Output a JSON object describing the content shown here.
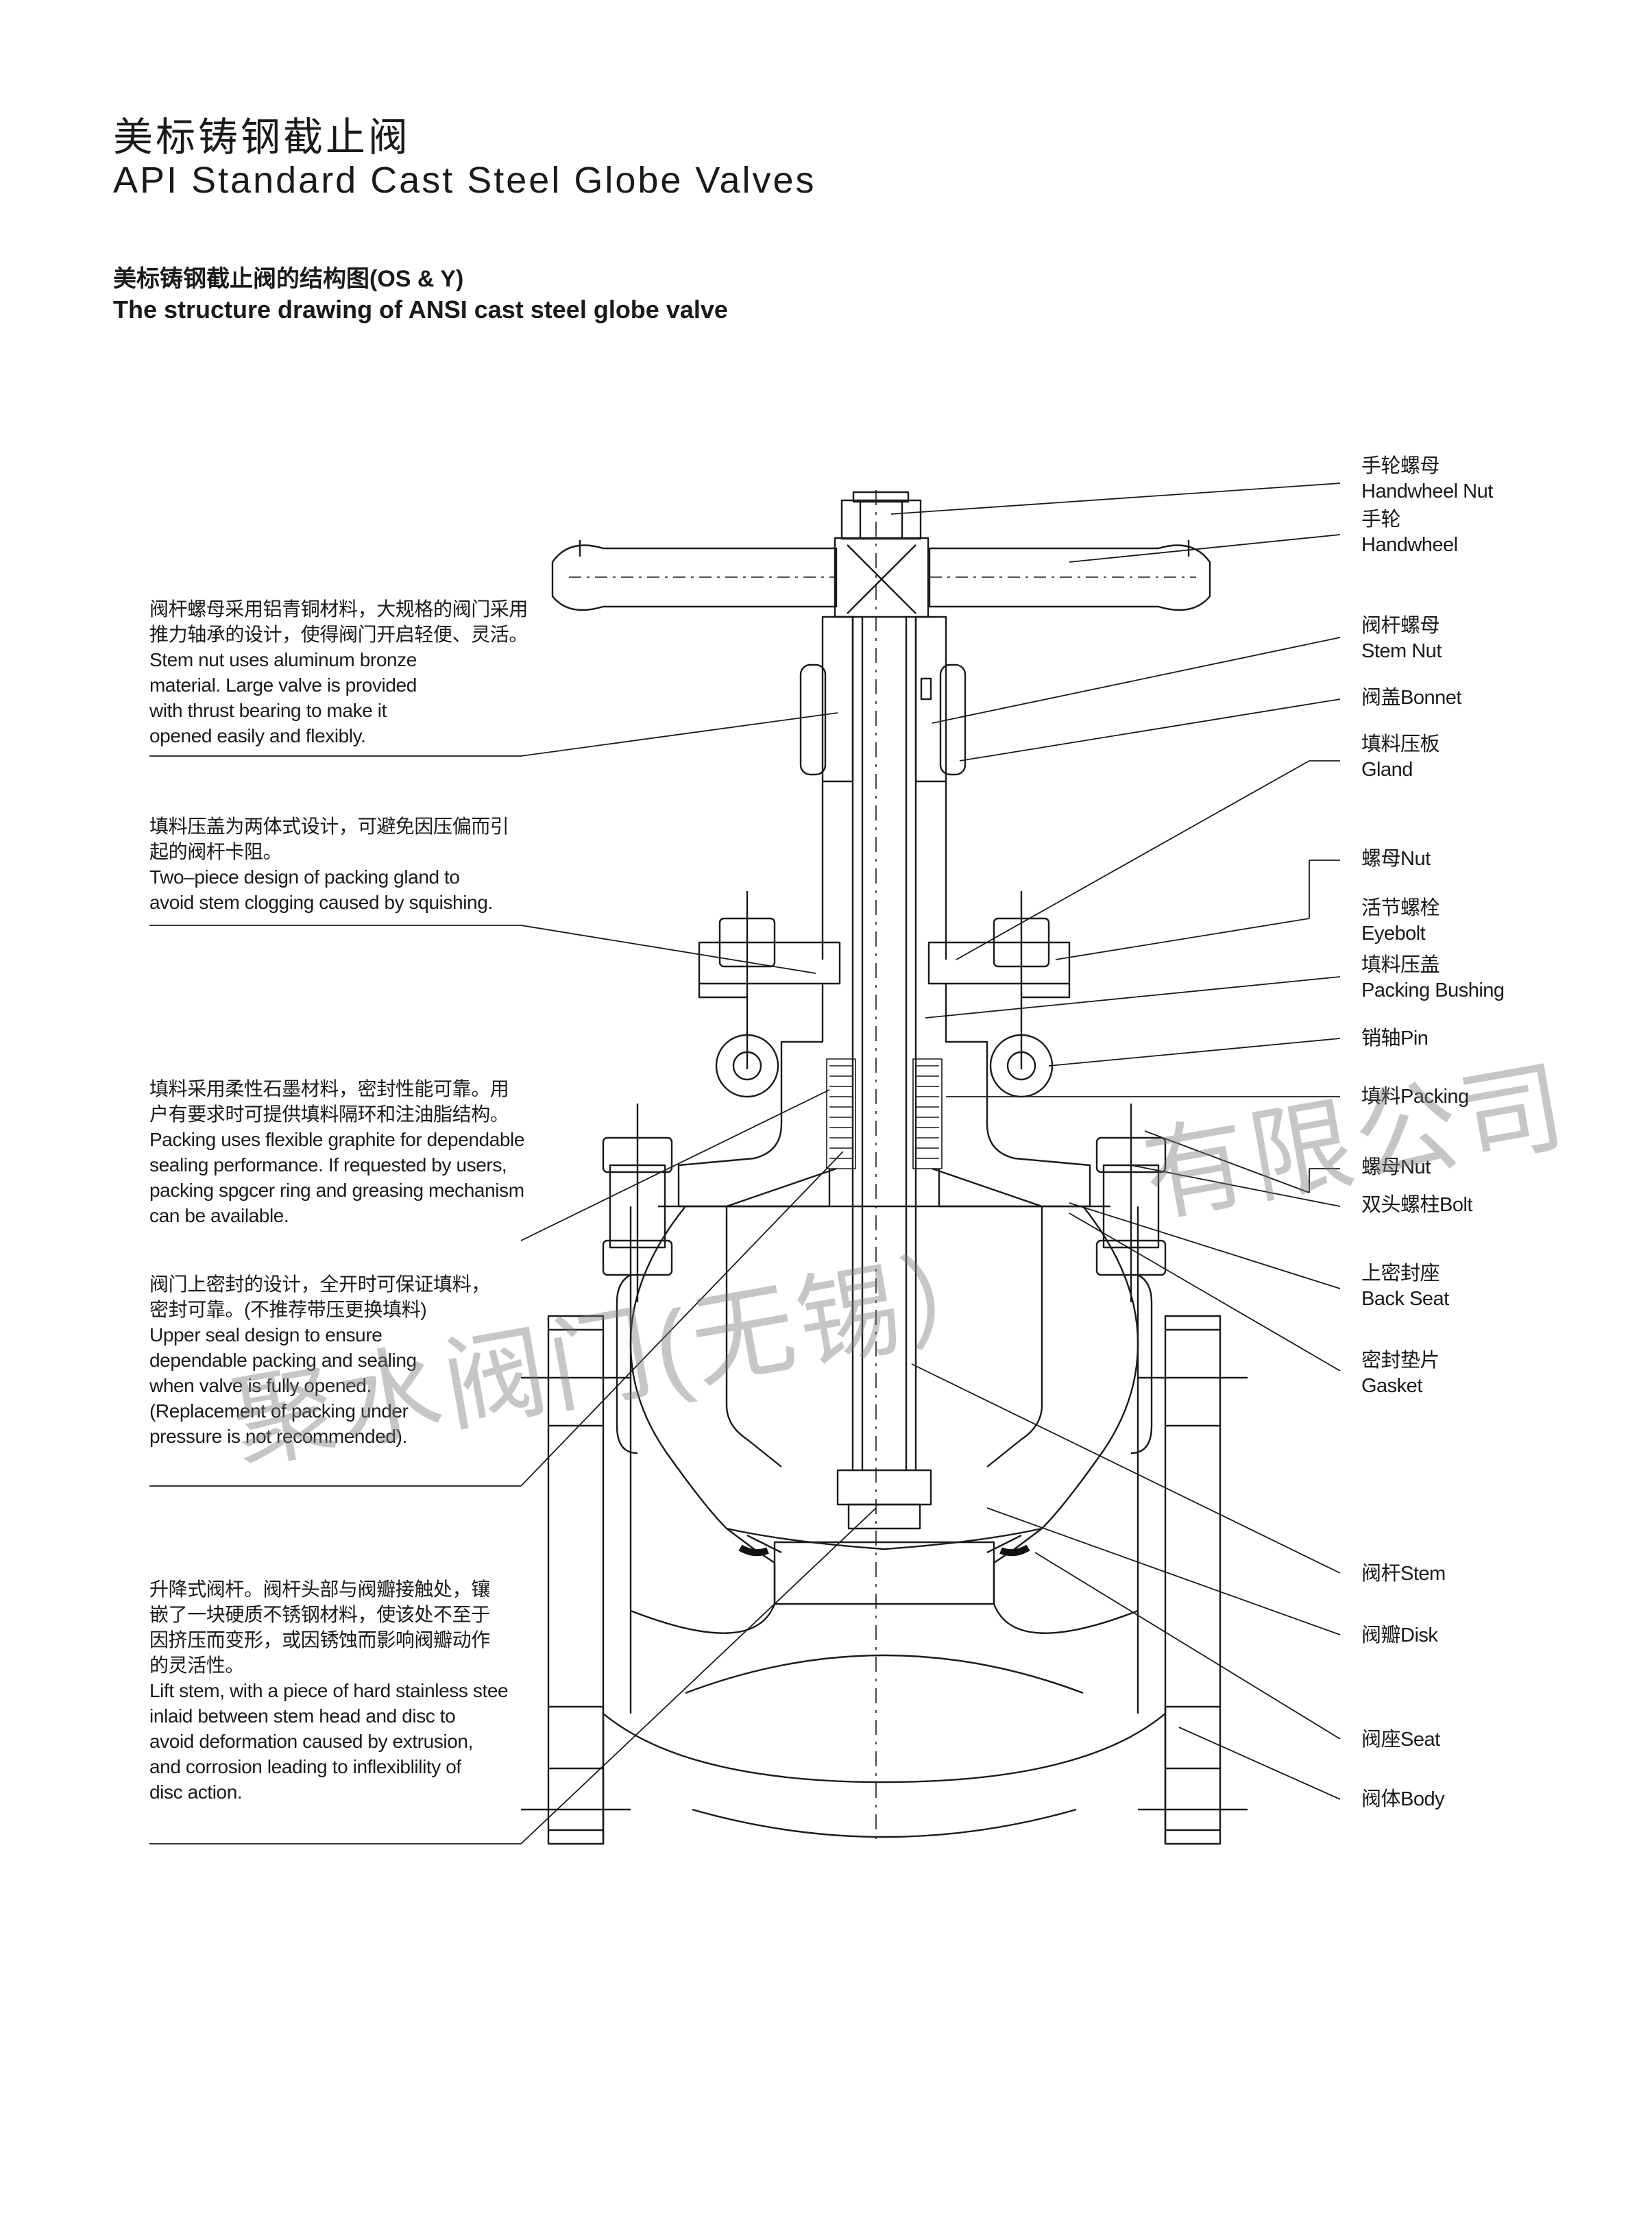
{
  "header": {
    "title_cn": "美标铸钢截止阀",
    "title_en": "API Standard Cast Steel Globe Valves"
  },
  "subheader": {
    "title_cn": "美标铸钢截止阀的结构图(OS & Y)",
    "title_en": "The structure drawing of ANSI cast steel globe valve"
  },
  "notes": [
    {
      "lines": [
        "阀杆螺母采用铝青铜材料，大规格的阀门采用",
        "推力轴承的设计，使得阀门开启轻便、灵活。",
        "Stem nut uses aluminum bronze",
        "material. Large valve is provided",
        "with thrust bearing to make it",
        "opened easily and flexibly."
      ]
    },
    {
      "lines": [
        "填料压盖为两体式设计，可避免因压偏而引",
        "起的阀杆卡阻。",
        "Two–piece design of packing gland to",
        "avoid stem clogging caused by squishing."
      ]
    },
    {
      "lines": [
        "填料采用柔性石墨材料，密封性能可靠。用",
        "户有要求时可提供填料隔环和注油脂结构。",
        "Packing uses flexible graphite for dependable",
        "sealing performance. If requested by users,",
        "packing spgcer ring and greasing mechanism",
        "can be available."
      ]
    },
    {
      "lines": [
        "阀门上密封的设计，全开时可保证填料，",
        "密封可靠。(不推荐带压更换填料)",
        "Upper seal design to ensure",
        "dependable packing and sealing",
        "when valve is fully opened.",
        "(Replacement of packing under",
        "pressure is not recommended)."
      ]
    },
    {
      "lines": [
        "升降式阀杆。阀杆头部与阀瓣接触处，镶",
        "嵌了一块硬质不锈钢材料，使该处不至于",
        "因挤压而变形，或因锈蚀而影响阀瓣动作",
        "的灵活性。",
        "Lift stem, with a piece of hard stainless stee",
        "inlaid between stem head and disc to",
        "avoid deformation caused by extrusion,",
        "and corrosion leading to inflexiblility of",
        "disc action."
      ]
    }
  ],
  "parts": [
    {
      "cn": "手轮螺母",
      "en": "Handwheel Nut"
    },
    {
      "cn": "手轮",
      "en": "Handwheel"
    },
    {
      "cn": "阀杆螺母",
      "en": "Stem Nut"
    },
    {
      "cn": "",
      "en": "阀盖Bonnet"
    },
    {
      "cn": "填料压板",
      "en": "Gland"
    },
    {
      "cn": "",
      "en": "螺母Nut"
    },
    {
      "cn": "活节螺栓",
      "en": "Eyebolt"
    },
    {
      "cn": "填料压盖",
      "en": "Packing Bushing"
    },
    {
      "cn": "",
      "en": "销轴Pin"
    },
    {
      "cn": "",
      "en": "填料Packing"
    },
    {
      "cn": "",
      "en": "螺母Nut"
    },
    {
      "cn": "",
      "en": "双头螺柱Bolt"
    },
    {
      "cn": "上密封座",
      "en": "Back Seat"
    },
    {
      "cn": "密封垫片",
      "en": "Gasket"
    },
    {
      "cn": "",
      "en": "阀杆Stem"
    },
    {
      "cn": "",
      "en": "阀瓣Disk"
    },
    {
      "cn": "",
      "en": "阀座Seat"
    },
    {
      "cn": "",
      "en": "阀体Body"
    }
  ],
  "watermark": {
    "text_a": "聚水阀门(无锡）",
    "text_b": "有限公司"
  }
}
